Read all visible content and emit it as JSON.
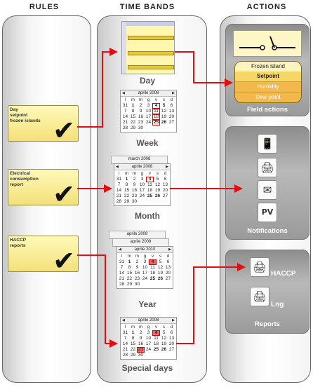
{
  "headers": {
    "rules": "RULES",
    "bands": "TIME BANDS",
    "actions": "ACTIONS"
  },
  "rules": [
    {
      "text": "Day\nsetpoint\nfrozen islands"
    },
    {
      "text": "Electrical\nconsumption\nreport"
    },
    {
      "text": "HACCP\nreports"
    }
  ],
  "bands": {
    "day": "Day",
    "week": "Week",
    "month": "Month",
    "year": "Year",
    "special": "Special days"
  },
  "calendars": {
    "april_2008": "aprile 2008",
    "march_2008": "march 2008",
    "april_2009": "aprile 2009",
    "april_2010": "aprile 2010",
    "dow": [
      "l",
      "m",
      "m",
      "g",
      "v",
      "s",
      "d"
    ],
    "weeks": [
      [
        "31",
        "1",
        "2",
        "3",
        "4",
        "5",
        "6"
      ],
      [
        "7",
        "8",
        "9",
        "10",
        "11",
        "12",
        "13"
      ],
      [
        "14",
        "15",
        "16",
        "17",
        "18",
        "19",
        "20"
      ],
      [
        "21",
        "22",
        "23",
        "24",
        "25",
        "26",
        "27"
      ],
      [
        "28",
        "29",
        "30",
        "",
        "",
        "",
        ""
      ]
    ]
  },
  "field_actions": {
    "menu": [
      "Frozen island",
      "Setpoint",
      "Humidity",
      "Dew point"
    ],
    "label": "Field actions"
  },
  "notifications": {
    "icons": [
      "mobile-phone-icon",
      "fax-printer-icon",
      "email-envelope-icon",
      "pv-logo-icon"
    ],
    "label": "Notifications",
    "pv_text": "PV"
  },
  "reports": {
    "items": [
      "HACCP",
      "Log"
    ],
    "label": "Reports"
  },
  "colors": {
    "arrow": "#e01010",
    "note": "#f3e07a",
    "panel": "#9a9a9a",
    "menu": "#f2b84b"
  }
}
